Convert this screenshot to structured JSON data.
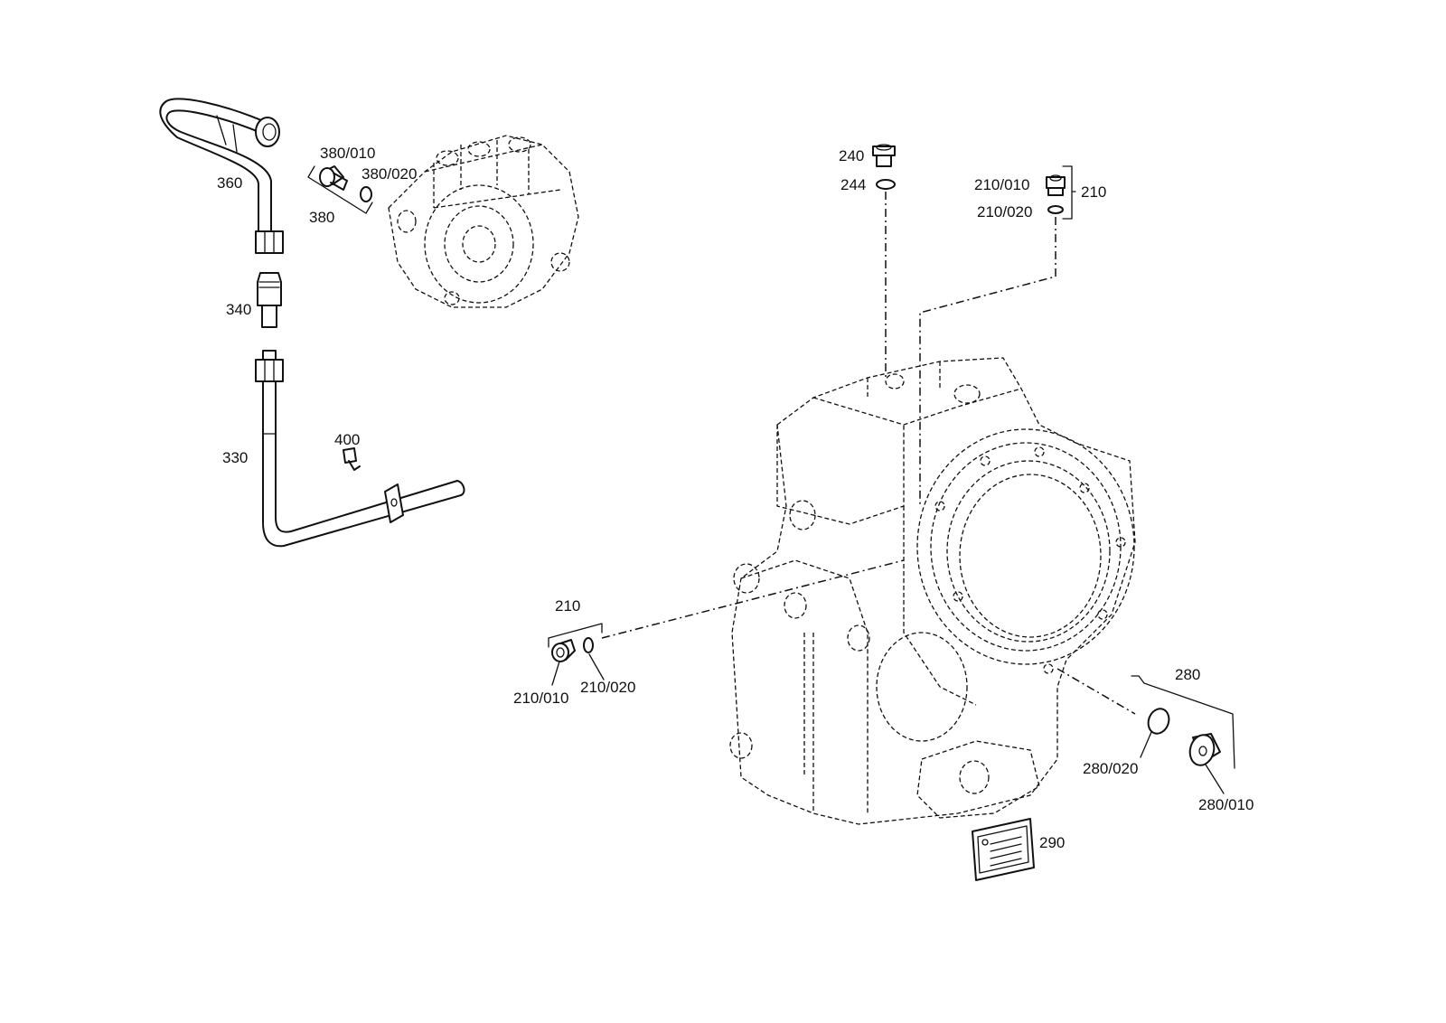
{
  "callouts": {
    "c360": "360",
    "c380_010": "380/010",
    "c380_020": "380/020",
    "c380": "380",
    "c340": "340",
    "c330": "330",
    "c400": "400",
    "c240": "240",
    "c244": "244",
    "c210_010_top": "210/010",
    "c210_020_top": "210/020",
    "c210_top": "210",
    "c210_left": "210",
    "c210_010_left": "210/010",
    "c210_020_left": "210/020",
    "c280": "280",
    "c280_020": "280/020",
    "c280_010": "280/010",
    "c290": "290"
  }
}
